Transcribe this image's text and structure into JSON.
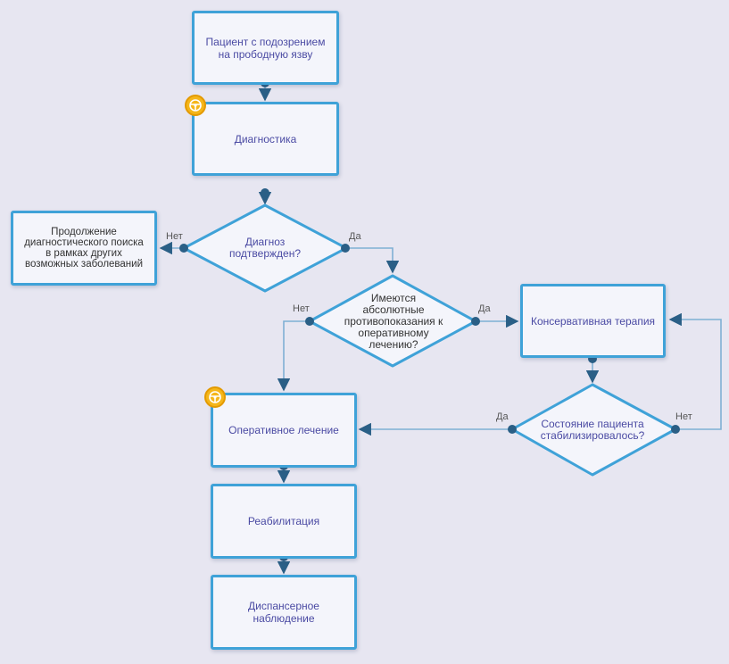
{
  "nodes": {
    "start": "Пациент с подозрением на прободную язву",
    "diagnostics": "Диагностика",
    "continue_search": "Продолжение диагностического поиска в рамках других возможных заболеваний",
    "diagnosis_confirmed": "Диагноз подтвержден?",
    "contraindications": "Имеются абсолютные противопоказания к оперативному лечению?",
    "conservative": "Консервативная терапия",
    "stabilized": "Состояние пациента стабилизировалось?",
    "surgery": "Оперативное лечение",
    "rehabilitation": "Реабилитация",
    "followup": "Диспансерное наблюдение"
  },
  "edge_labels": {
    "diag_no": "Нет",
    "diag_yes": "Да",
    "contra_no": "Нет",
    "contra_yes": "Да",
    "stab_yes": "Да",
    "stab_no": "Нет"
  },
  "colors": {
    "box_border": "#3fa2d8",
    "line": "#7fb0d4",
    "dot": "#2a5f86",
    "flag": "#f5b61a"
  },
  "icons": [
    "steering-wheel-icon",
    "steering-wheel-icon"
  ]
}
